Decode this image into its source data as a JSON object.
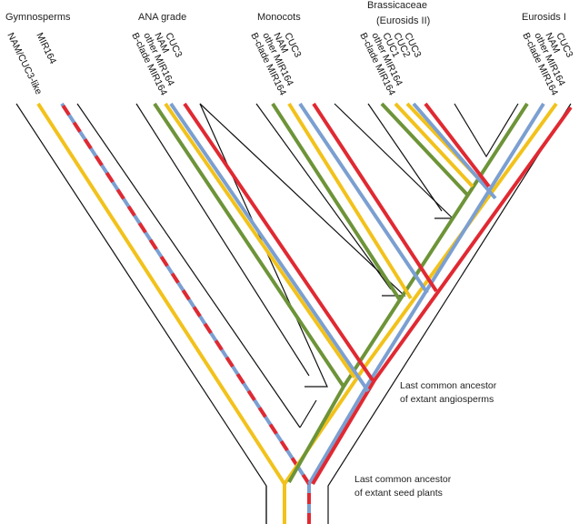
{
  "clades": {
    "gymnosperms": "Gymnosperms",
    "ana": "ANA grade",
    "monocots": "Monocots",
    "brassicaceae": "Brassicaceae",
    "eurosids2": "(Eurosids II)",
    "eurosids1": "Eurosids I"
  },
  "genes": {
    "gymnosperms": [
      "NAM/CUC3-like",
      "MIR164"
    ],
    "ana": [
      "B-clade MIR164",
      "other MIR164",
      "NAM",
      "CUC3"
    ],
    "monocots": [
      "B-clade MIR164",
      "other MIR164",
      "NAM",
      "CUC3"
    ],
    "brassicaceae": [
      "B-clade MIR164",
      "other MIR164",
      "CUC1",
      "CUC2",
      "CUC3"
    ],
    "eurosids1": [
      "B-clade MIR164",
      "other MIR164",
      "NAM",
      "CUC3"
    ]
  },
  "annotations": {
    "angiosperm_line1": "Last common ancestor",
    "angiosperm_line2": "of extant angiosperms",
    "seed_line1": "Last common ancestor",
    "seed_line2": "of extant seed plants"
  },
  "colors": {
    "nam_cuc3": "#f2c21b",
    "b_clade_mir164": "#6d9438",
    "other_mir164": "#7b9fd1",
    "mir164_red": "#e02932",
    "outline": "#111111"
  }
}
